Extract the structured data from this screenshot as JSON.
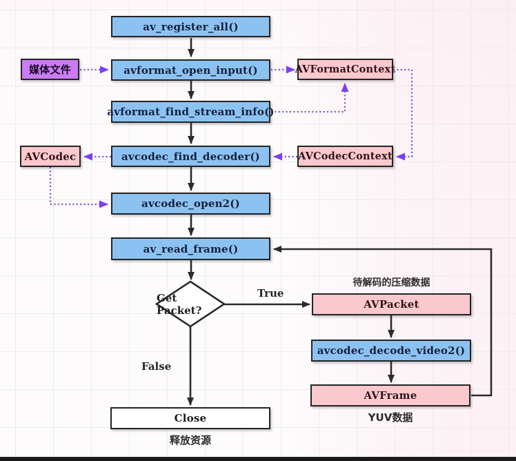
{
  "nodes": {
    "av_register_all": "av_register_all()",
    "media_file": "媒体文件",
    "avformat_open_input": "avformat_open_input()",
    "avformat_context": "AVFormatContext",
    "avformat_find_stream_info": "avformat_find_stream_info()",
    "avcodec": "AVCodec",
    "avcodec_find_decoder": "avcodec_find_decoder()",
    "avcodec_context": "AVCodecContext",
    "avcodec_open2": "avcodec_open2()",
    "av_read_frame": "av_read_frame()",
    "get_packet": "Get Packet?",
    "avpacket": "AVPacket",
    "avcodec_decode_video2": "avcodec_decode_video2()",
    "avframe": "AVFrame",
    "close": "Close"
  },
  "annotations": {
    "true_label": "True",
    "false_label": "False",
    "packet_note": "待解码的压缩数据",
    "frame_note": "YUV数据",
    "close_note": "释放资源"
  },
  "colors": {
    "process_fill": "#8cc2f2",
    "data_fill": "#fbc8cd",
    "input_fill": "#cb7cf4",
    "solid_arrow": "#2b2b2b",
    "dotted_arrow": "#6d49e8",
    "arrowhead": "#7c3ff2"
  }
}
